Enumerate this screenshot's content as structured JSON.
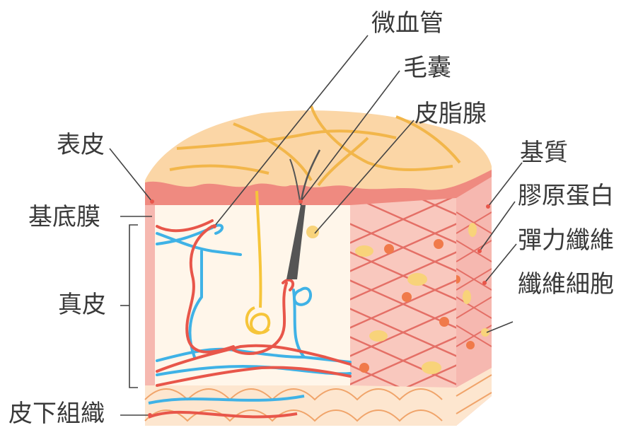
{
  "labels": {
    "capillary": "微血管",
    "hair_follicle": "毛囊",
    "sebaceous_gland": "皮脂腺",
    "epidermis": "表皮",
    "basement_membrane": "基底膜",
    "dermis": "真皮",
    "subcutaneous_tissue": "皮下組織",
    "matrix": "基質",
    "collagen": "膠原蛋白",
    "elastic_fiber": "彈力纖維",
    "fibroblast": "纖維細胞"
  },
  "colors": {
    "epidermis_top": "#fbd6a6",
    "epidermis_line": "#f2b64a",
    "basement": "#ef8a80",
    "dermis_bg": "#fff6ea",
    "dermis_side": "#f6b8b0",
    "collagen_line": "#e46f66",
    "capillary_red": "#e8564a",
    "capillary_blue": "#3fb2e6",
    "gland_yellow": "#f6c53a",
    "fibroblast_dot": "#f07a4a",
    "matrix_ellipse": "#f8d37a",
    "fat_bg": "#fde6cf",
    "fat_line": "#f0a46a",
    "label_text": "#3a3a3a",
    "leader_line": "#444444"
  }
}
